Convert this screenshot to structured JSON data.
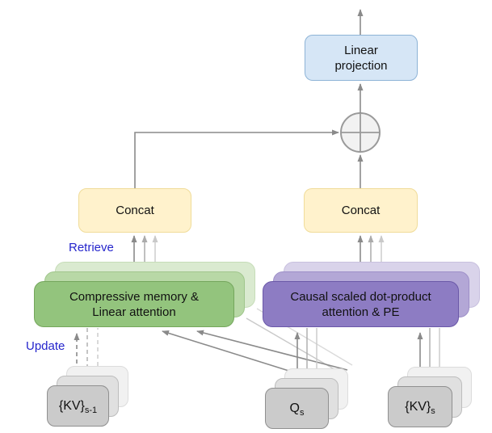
{
  "nodes": {
    "linear_projection": {
      "line1": "Linear",
      "line2": "projection"
    },
    "concat_left": {
      "label": "Concat"
    },
    "concat_right": {
      "label": "Concat"
    },
    "memory": {
      "line1": "Compressive memory &",
      "line2": "Linear attention"
    },
    "attention": {
      "line1": "Causal scaled dot-product",
      "line2": "attention & PE"
    },
    "kv_prev": {
      "base": "{KV}",
      "sub": "s-1"
    },
    "query": {
      "base": "Q",
      "sub": "s"
    },
    "kv_cur": {
      "base": "{KV}",
      "sub": "s"
    }
  },
  "labels": {
    "retrieve": "Retrieve",
    "update": "Update"
  },
  "icons": {
    "combine": "plus-circle-icon"
  },
  "colors": {
    "blue_fill": "#d6e6f6",
    "blue_border": "#8db3d6",
    "yellow_fill": "#fff2cc",
    "yellow_border": "#f0dc9a",
    "green_front": "#93c47d",
    "green_front_border": "#74a65c",
    "green_mid": "#b8d8a6",
    "green_mid_border": "#a0c68c",
    "green_back": "#daead0",
    "green_back_border": "#c6dcb8",
    "purple_front": "#8d7cc3",
    "purple_front_border": "#6a58a8",
    "purple_mid": "#b3a7d6",
    "purple_mid_border": "#9e90c8",
    "purple_back": "#d9d3ea",
    "purple_back_border": "#c8c0de",
    "gray_front": "#cbcbcb",
    "gray_front_border": "#909090",
    "gray_mid": "#e0e0e0",
    "gray_mid_border": "#bdbdbd",
    "gray_back": "#f1f1f1",
    "gray_back_border": "#dcdcdc",
    "arrow_dark": "#8a8a8a",
    "arrow_med": "#ababab",
    "arrow_light": "#c9c9c9",
    "arrow_faint": "#dadada",
    "label_blue": "#2525cc",
    "text": "#111111",
    "circle_fill": "#f2f2f2",
    "circle_border": "#9a9a9a"
  }
}
